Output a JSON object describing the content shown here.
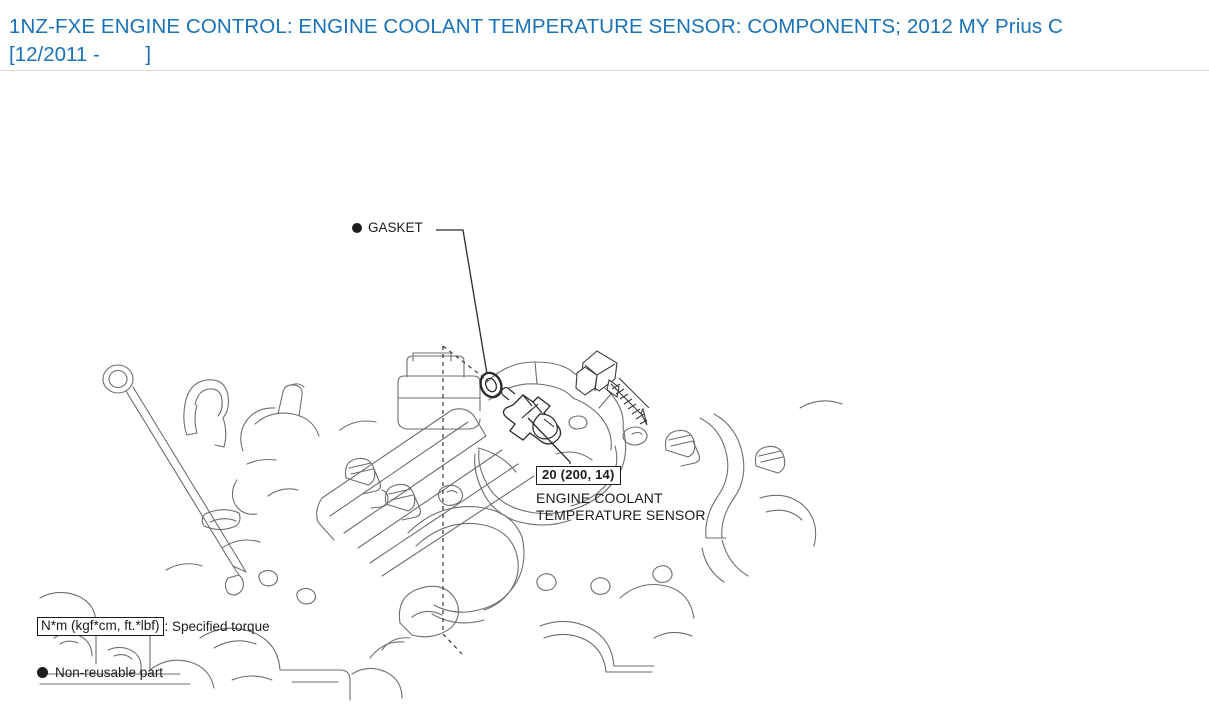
{
  "header": {
    "title_line1": "1NZ-FXE ENGINE CONTROL: ENGINE COOLANT TEMPERATURE SENSOR: COMPONENTS; 2012 MY Prius C",
    "title_line2": "[12/2011 -        ]",
    "title_color": "#1a72b8"
  },
  "figure": {
    "callouts": {
      "gasket_label": "GASKET",
      "sensor_torque": "20 (200, 14)",
      "sensor_name_line1": "ENGINE COOLANT",
      "sensor_name_line2": "TEMPERATURE SENSOR"
    }
  },
  "legend": {
    "torque_key": "N*m (kgf*cm, ft.*lbf)",
    "torque_desc": ": Specified torque",
    "nonreusable_label": "Non-reusable part"
  }
}
